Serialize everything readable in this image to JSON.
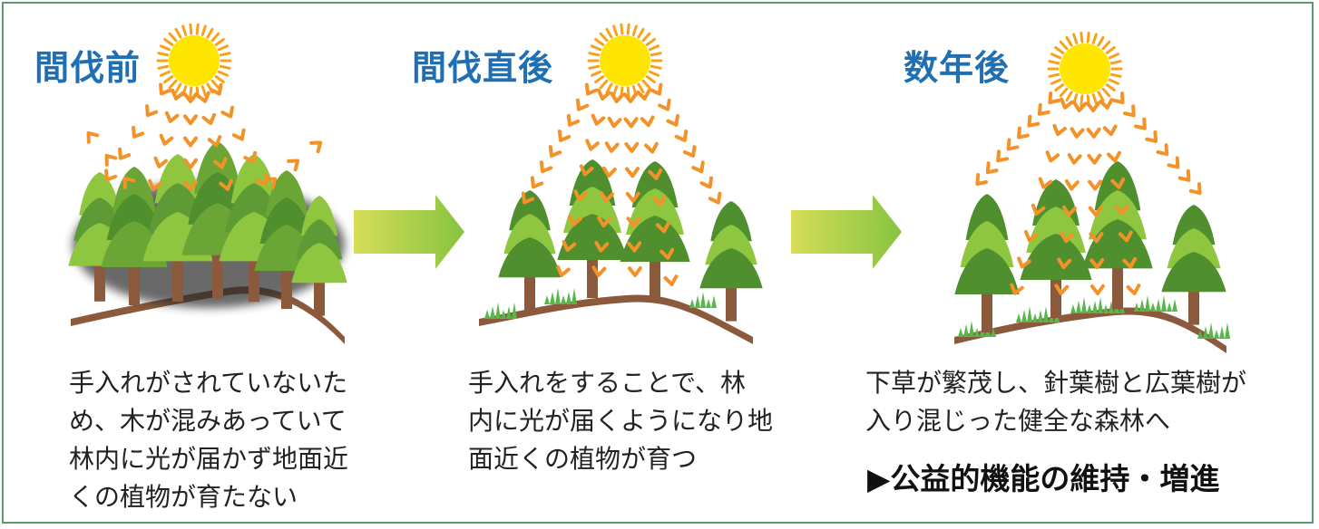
{
  "stages": [
    {
      "title": "間伐前",
      "description": "手入れがされていないた\nめ、木が混みあっていて\n林内に光が届かず地面近\nくの植物が育たない"
    },
    {
      "title": "間伐直後",
      "description": "手入れをすることで、林\n内に光が届くようになり地\n面近くの植物が育つ"
    },
    {
      "title": "数年後",
      "description": "下草が繁茂し、針葉樹と広葉樹が\n入り混じった健全な森林へ"
    }
  ],
  "effect_label": "▶公益的機能の維持・増進",
  "colors": {
    "title": "#1f6fb2",
    "frame": "#5a9a6e",
    "sun": "#ffe600",
    "sun_rays": "#f7a21b",
    "light_arrows": "#f4922a",
    "ground": "#8b5a3c",
    "grass": "#55b848",
    "tree_dark": "#4f8f2e",
    "tree_light": "#8ec63f",
    "trunk": "#8b5a3c",
    "stage_arrow": "#a7cd3a"
  }
}
